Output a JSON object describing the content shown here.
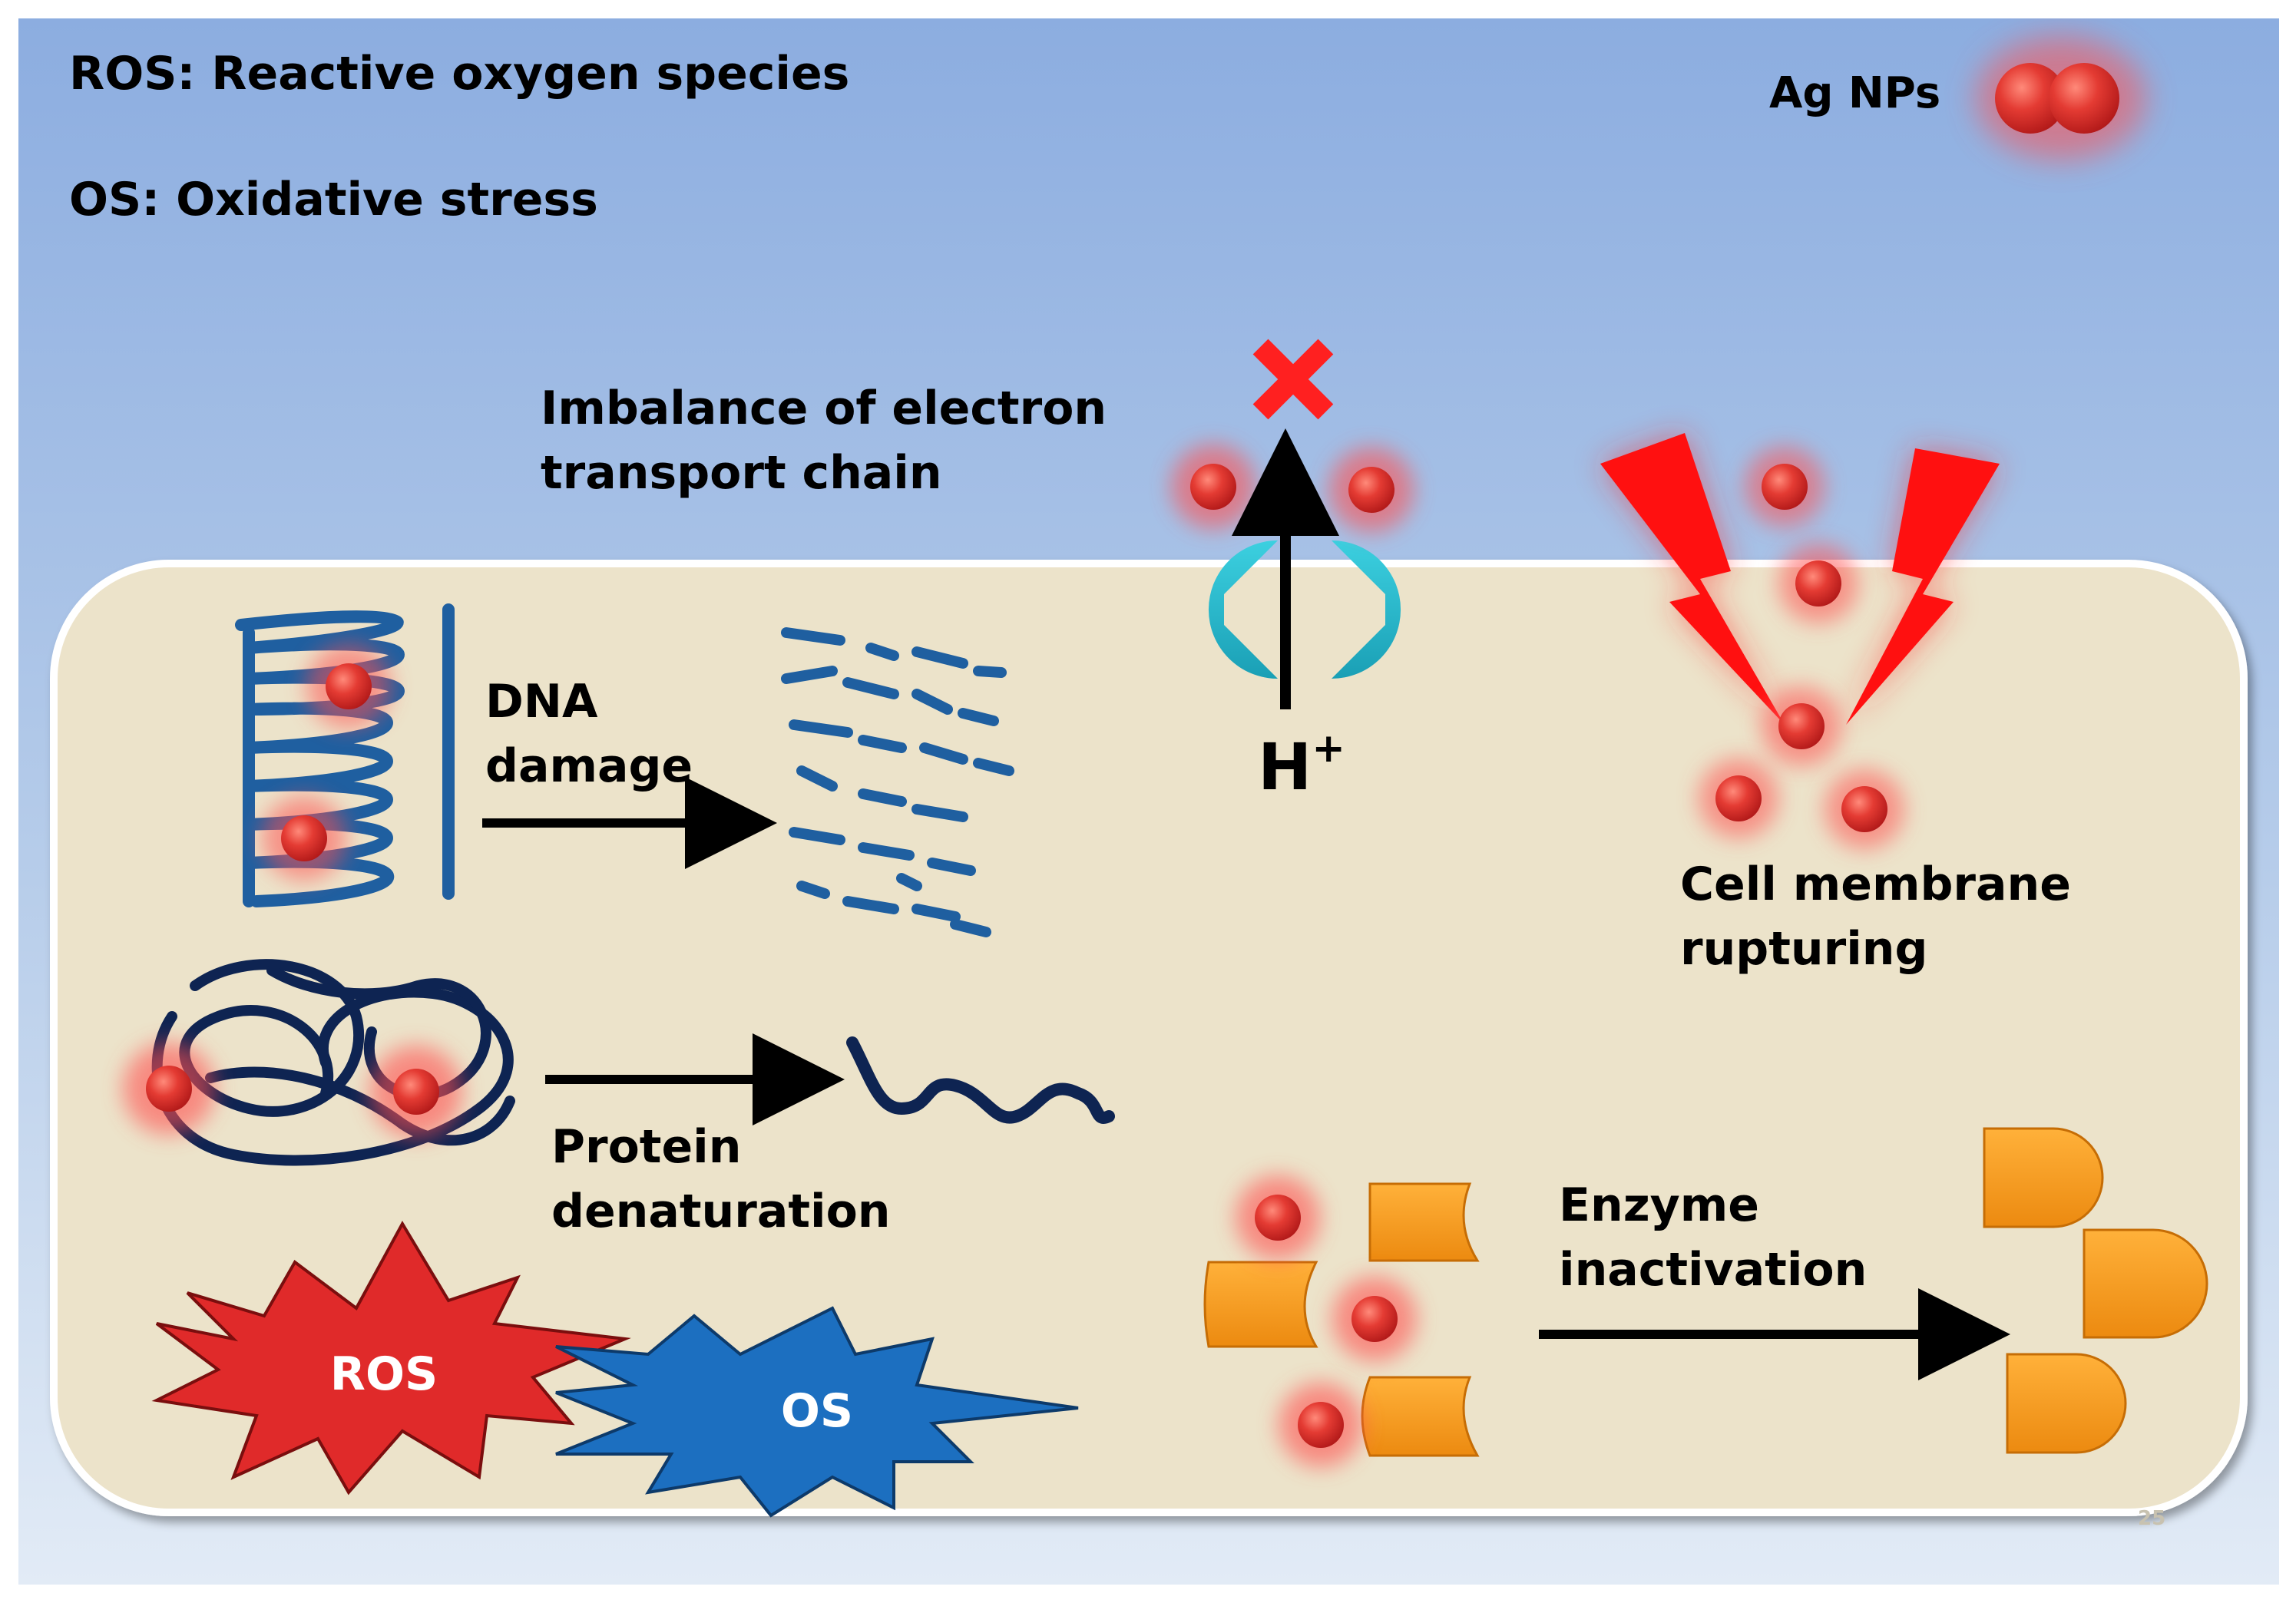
{
  "legend": {
    "ros_def": "ROS: Reactive oxygen species",
    "os_def": "OS: Oxidative stress",
    "ag_label": "Ag NPs"
  },
  "etc": {
    "label_line1": "Imbalance of electron",
    "label_line2": "transport chain",
    "proton": "H",
    "proton_sup": "+"
  },
  "membrane": {
    "label_line1": "Cell membrane",
    "label_line2": "rupturing"
  },
  "dna": {
    "label_line1": "DNA",
    "label_line2": "damage"
  },
  "protein": {
    "label_line1": "Protein",
    "label_line2": "denaturation"
  },
  "enzyme": {
    "label_line1": "Enzyme",
    "label_line2": "inactivation"
  },
  "bursts": {
    "ros": "ROS",
    "os": "OS"
  },
  "slide_number": "25",
  "colors": {
    "sky_top": "#8fb0dd",
    "sky_bottom": "#dfe9f5",
    "cell_fill": "#ede4cc",
    "nanoparticle": "#e02a2a",
    "glow": "#ff5a5a",
    "dna_blue": "#1f5fa0",
    "protein_navy": "#0e2452",
    "enzyme_orange": "#f39a1c",
    "channel_cyan": "#1fb8cc",
    "lightning_red": "#ff1010",
    "ros_red": "#e02a2a",
    "os_blue": "#1c6fc0"
  }
}
